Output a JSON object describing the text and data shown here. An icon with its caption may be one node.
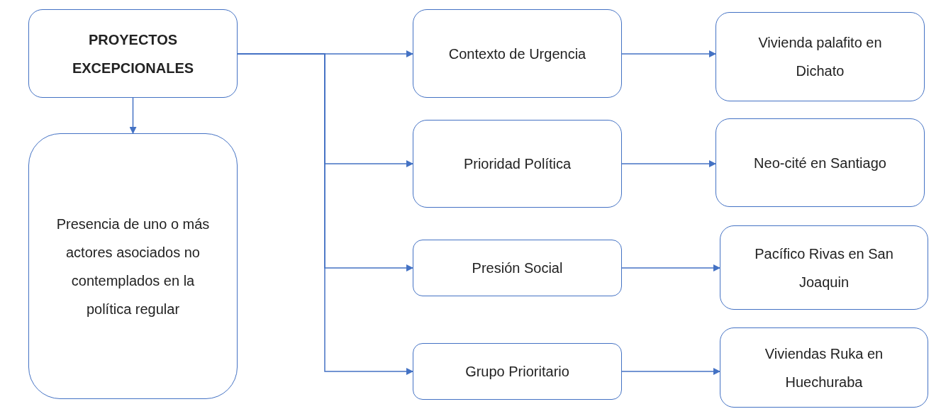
{
  "diagram": {
    "nodes": [
      {
        "text": [
          "PROYECTOS EXCEPCIONALES"
        ]
      },
      {
        "text": [
          "Presencia de uno o más actores asociados no contemplados en la política regular"
        ]
      },
      {
        "text": [
          "Contexto de Urgencia"
        ]
      },
      {
        "text": [
          "Vivienda palafito en Dichato"
        ]
      },
      {
        "text": [
          "Prioridad Política"
        ]
      },
      {
        "text": [
          "Neo-cité en Santiago"
        ]
      },
      {
        "text": [
          "Presión Social"
        ]
      },
      {
        "text": [
          "Pacífico Rivas en San Joaquin"
        ]
      },
      {
        "text": [
          "Grupo Prioritario"
        ]
      },
      {
        "text": [
          "Viviendas Ruka en Huechuraba"
        ]
      }
    ],
    "edges": [
      {
        "from": 0,
        "to": 1,
        "arrow": "to"
      },
      {
        "from": 0,
        "to": 2,
        "arrow": "to"
      },
      {
        "from": 0,
        "to": 4,
        "arrow": "to"
      },
      {
        "from": 0,
        "to": 6,
        "arrow": "to"
      },
      {
        "from": 0,
        "to": 8,
        "arrow": "to"
      },
      {
        "from": 2,
        "to": 3,
        "arrow": "to"
      },
      {
        "from": 4,
        "to": 5,
        "arrow": "to"
      },
      {
        "from": 6,
        "to": 7,
        "arrow": "to"
      },
      {
        "from": 8,
        "to": 9,
        "arrow": "to"
      }
    ]
  }
}
